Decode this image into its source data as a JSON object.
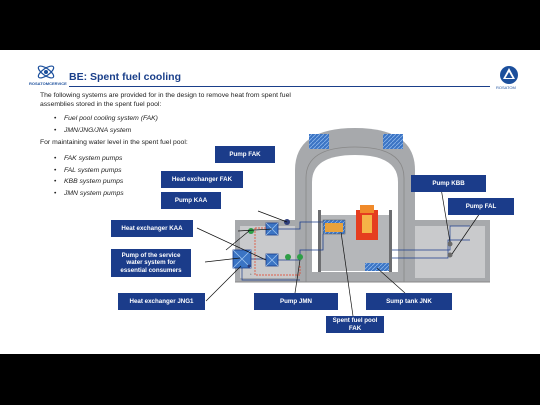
{
  "header": {
    "title": "BE: Spent fuel cooling",
    "left_logo_text": "ROSATOMСERVICE",
    "right_logo_text": "ROSATOM"
  },
  "content": {
    "intro": "The following systems are provided for in the design to remove heat from spent fuel assemblies stored in the spent fuel pool:",
    "list1": [
      "Fuel pool cooling system (FAK)",
      "JMN/JNG/JNA system"
    ],
    "lead2": "For maintaining water level in the spent fuel pool:",
    "list2": [
      "FAK system pumps",
      "FAL system pumps",
      "KBB system pumps",
      "JMN system pumps"
    ]
  },
  "diagram": {
    "labels": {
      "pump_fak": "Pump FAK",
      "heat_exchanger_fak": "Heat exchanger FAK",
      "pump_kaa": "Pump KAA",
      "heat_exchanger_kaa": "Heat exchanger KAA",
      "pump_service_water": "Pump of the service water system for essential consumers",
      "heat_exchanger_jng1": "Heat exchanger JNG1",
      "pump_jmn": "Pump JMN",
      "spent_fuel_pool_fak": "Spent fuel pool FAK",
      "sump_tank_jnk": "Sump tank JNK",
      "pump_kbb": "Pump KBB",
      "pump_fal": "Pump FAL"
    },
    "colors": {
      "label_bg": "#1b3c8a",
      "building": "#a7a9ac",
      "water": "#3b74c4",
      "hot": "#e53d1f",
      "fuel": "#e8a23c"
    }
  }
}
